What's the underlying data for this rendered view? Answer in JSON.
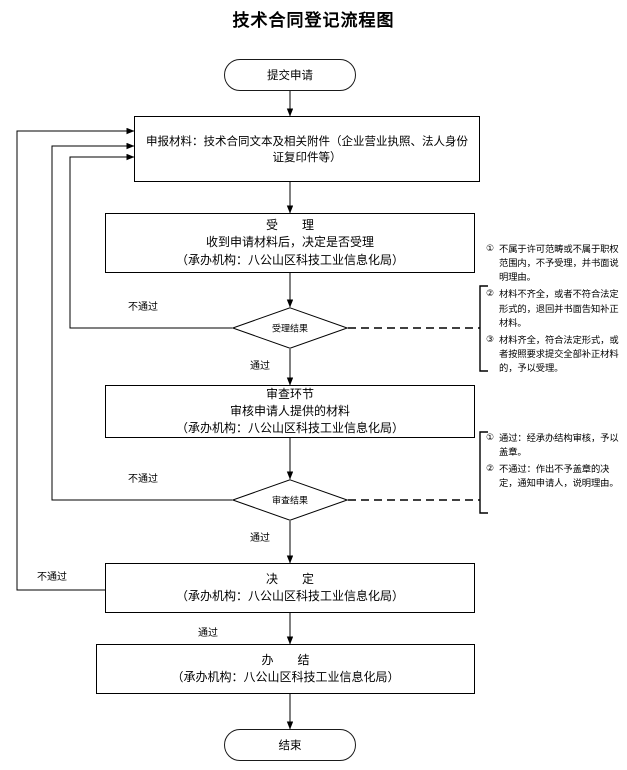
{
  "title": "技术合同登记流程图",
  "nodes": {
    "start": {
      "label": "提交申请"
    },
    "materials": {
      "line1": "申报材料：技术合同文本及相关附件（企业营业执照、法人身份",
      "line2": "证复印件等）"
    },
    "accept": {
      "line1": "受　理",
      "line2": "收到申请材料后，决定是否受理",
      "line3": "（承办机构：八公山区科技工业信息化局）"
    },
    "accept_decision": {
      "label": "受理结果"
    },
    "review": {
      "line1": "审查环节",
      "line2": "审核申请人提供的材料",
      "line3": "（承办机构：八公山区科技工业信息化局）"
    },
    "review_decision": {
      "label": "审查结果"
    },
    "decide": {
      "line1": "决　定",
      "line2": "（承办机构：八公山区科技工业信息化局）"
    },
    "finish": {
      "line1": "办　结",
      "line2": "（承办机构：八公山区科技工业信息化局）"
    },
    "end": {
      "label": "结束"
    }
  },
  "edge_labels": {
    "accept_fail": "不通过",
    "accept_pass": "通过",
    "review_fail": "不通过",
    "review_pass": "通过",
    "decide_fail": "不通过",
    "decide_pass": "通过"
  },
  "notes": {
    "accept_note": {
      "items": [
        {
          "num": "①",
          "text": "不属于许可范畴或不属于职权范围内，不予受理，并书面说明理由。"
        },
        {
          "num": "②",
          "text": "材料不齐全，或者不符合法定形式的，退回并书面告知补正材料。"
        },
        {
          "num": "③",
          "text": "材料齐全，符合法定形式，或者按照要求提交全部补正材料的，予以受理。"
        }
      ]
    },
    "review_note": {
      "items": [
        {
          "num": "①",
          "text": "通过：经承办结构审核，予以盖章。"
        },
        {
          "num": "②",
          "text": "不通过：作出不予盖章的决定，通知申请人，说明理由。"
        }
      ]
    }
  }
}
